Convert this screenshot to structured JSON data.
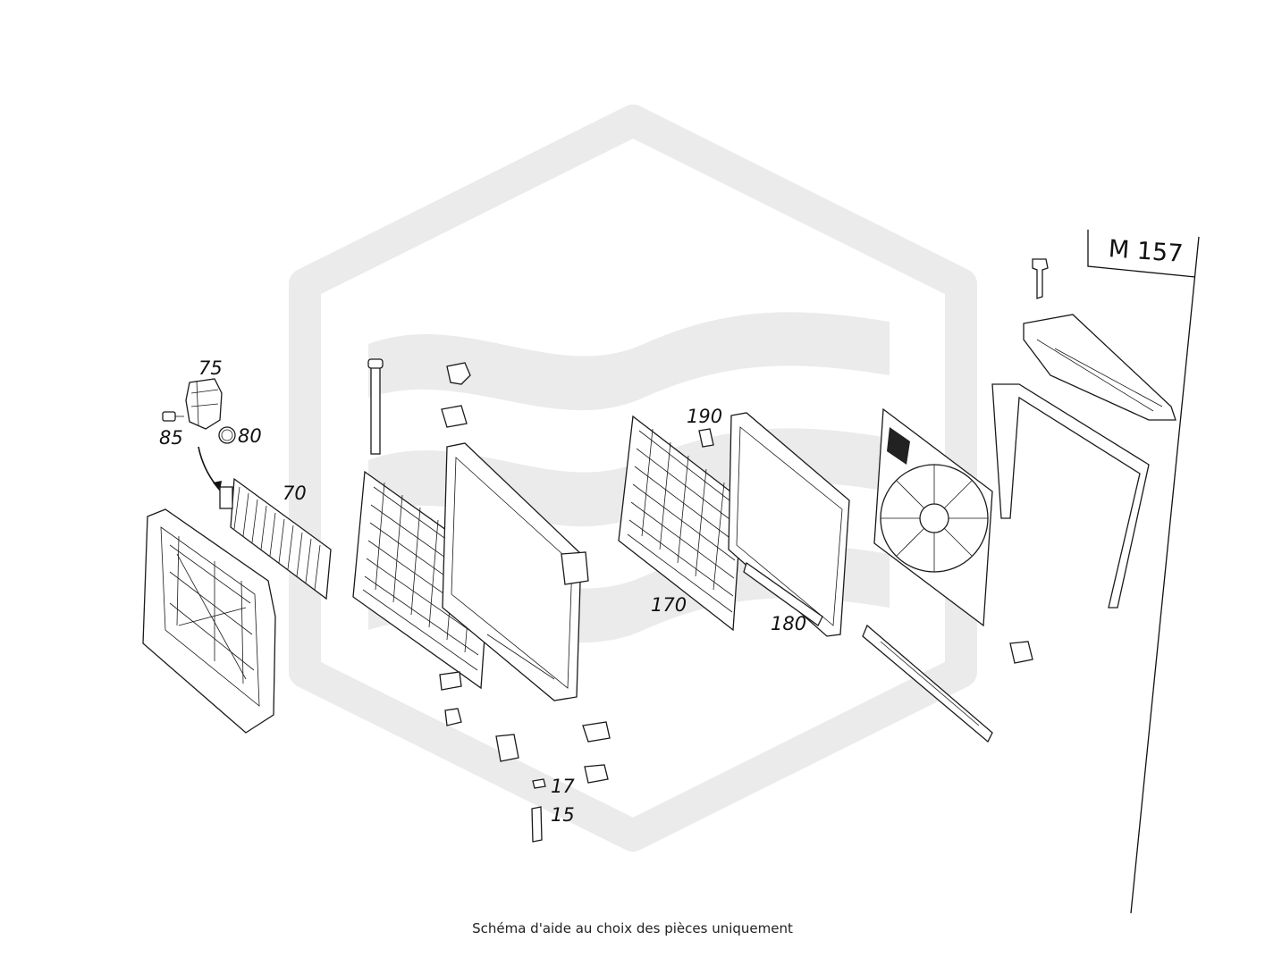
{
  "model": "M 157",
  "caption": "Schéma d'aide au choix des pièces uniquement",
  "colors": {
    "watermark": "#ebebeb",
    "lines": "#1a1a1a",
    "background": "#ffffff"
  },
  "part_numbers": [
    "75",
    "85",
    "80",
    "70",
    "190",
    "170",
    "180",
    "17",
    "15"
  ]
}
